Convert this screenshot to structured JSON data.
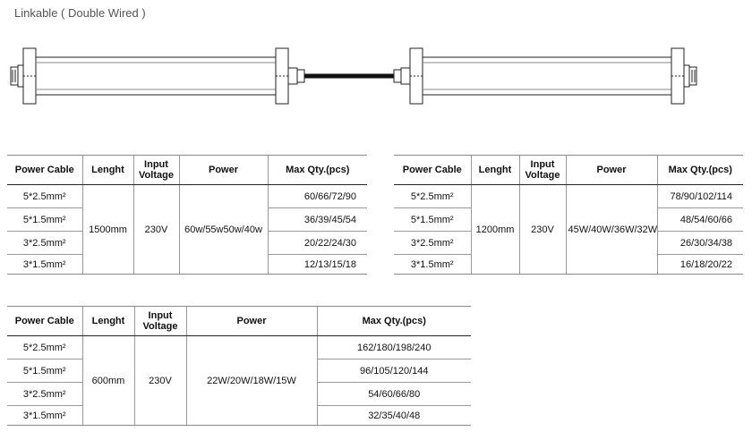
{
  "title": "Linkable ( Double Wired )",
  "headers": {
    "power_cable": "Power Cable",
    "length": "Lenght",
    "input_voltage_1": "Input",
    "input_voltage_2": "Voltage",
    "power": "Power",
    "max_qty": "Max Qty.(pcs)"
  },
  "tables": [
    {
      "length": "1500mm",
      "voltage": "230V",
      "power": "60w/55w50w/40w",
      "rows": [
        {
          "cable": "5*2.5mm²",
          "qty": "60/66/72/90"
        },
        {
          "cable": "5*1.5mm²",
          "qty": "36/39/45/54"
        },
        {
          "cable": "3*2.5mm²",
          "qty": "20/22/24/30"
        },
        {
          "cable": "3*1.5mm²",
          "qty": "12/13/15/18"
        }
      ]
    },
    {
      "length": "1200mm",
      "voltage": "230V",
      "power": "45W/40W/36W/32W",
      "rows": [
        {
          "cable": "5*2.5mm²",
          "qty": "78/90/102/114"
        },
        {
          "cable": "5*1.5mm²",
          "qty": "48/54/60/66"
        },
        {
          "cable": "3*2.5mm²",
          "qty": "26/30/34/38"
        },
        {
          "cable": "3*1.5mm²",
          "qty": "16/18/20/22"
        }
      ]
    },
    {
      "length": "600mm",
      "voltage": "230V",
      "power": "22W/20W/18W/15W",
      "rows": [
        {
          "cable": "5*2.5mm²",
          "qty": "162/180/198/240"
        },
        {
          "cable": "5*1.5mm²",
          "qty": "96/105/120/144"
        },
        {
          "cable": "3*2.5mm²",
          "qty": "54/60/66/80"
        },
        {
          "cable": "3*1.5mm²",
          "qty": "32/35/40/48"
        }
      ]
    }
  ]
}
